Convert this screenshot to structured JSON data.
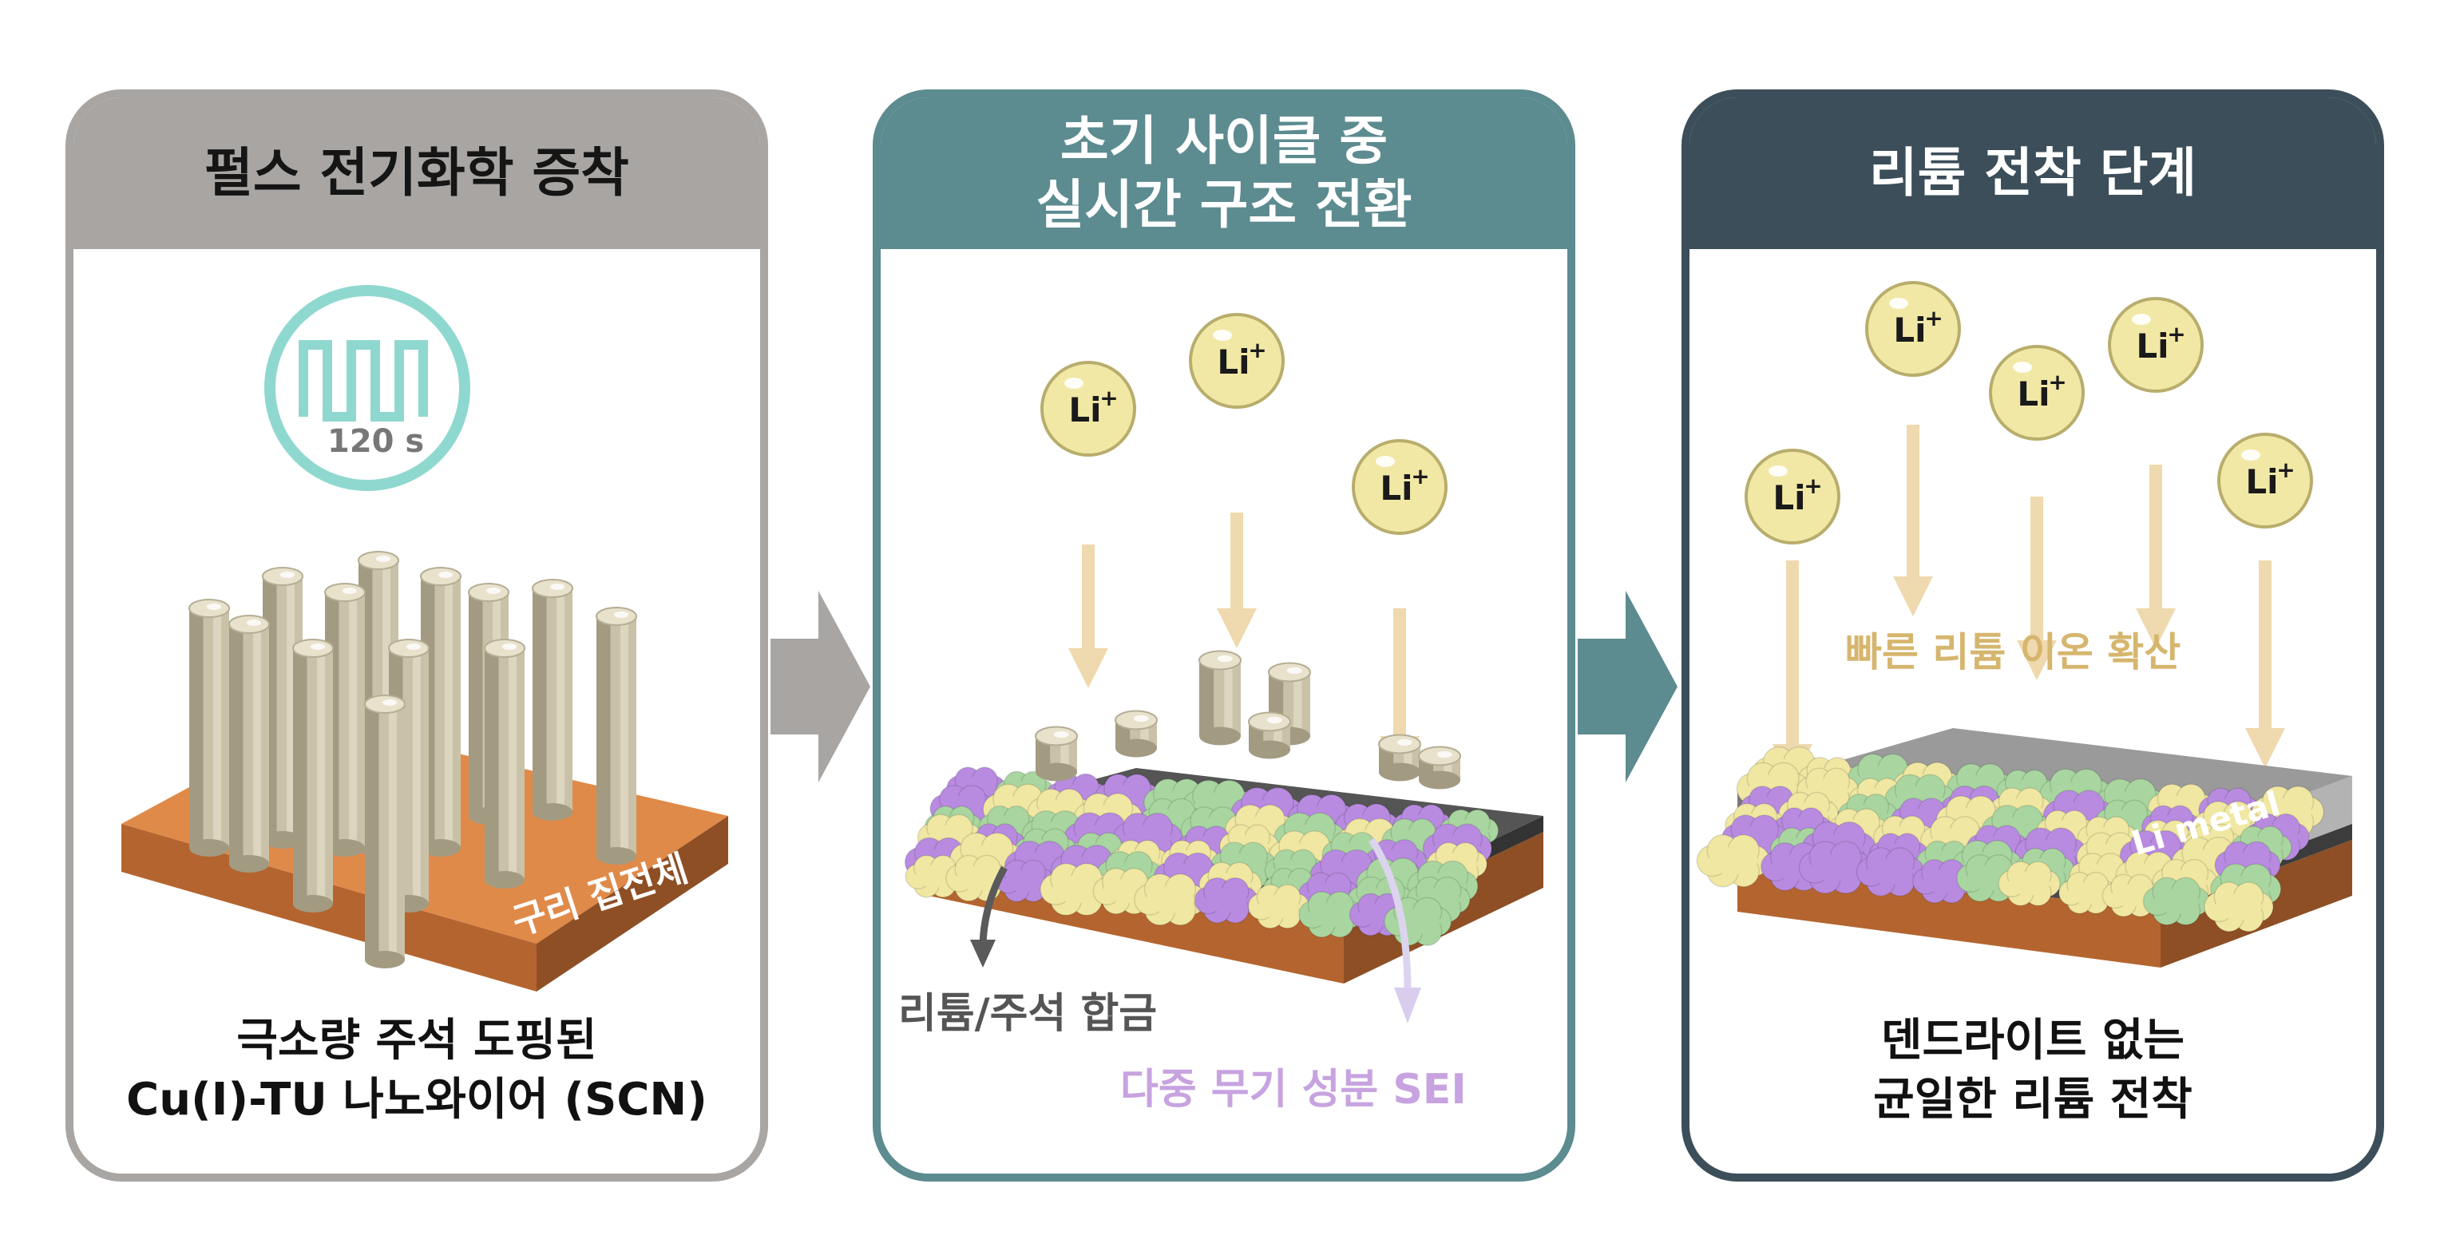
{
  "panels": [
    {
      "header": [
        "펄스 전기화학 증착"
      ],
      "pulse_label": "120 s",
      "substrate_label": "구리 집전체",
      "caption": [
        "극소량 주석 도핑된",
        "Cu(I)-TU 나노와이어 (SCN)"
      ]
    },
    {
      "header": [
        "초기 사이클 중",
        "실시간 구조 전환"
      ],
      "ion_label": "Li",
      "ion_charge": "+",
      "alloy_label": "리튬/주석 합금",
      "sei_label": "다중 무기 성분 SEI"
    },
    {
      "header": [
        "리튬 전착 단계"
      ],
      "ion_label": "Li",
      "ion_charge": "+",
      "diffusion_label": "빠른 리튬 이온 확산",
      "metal_label": "Li metal",
      "caption": [
        "덴드라이트 없는",
        "균일한 리튬 전착"
      ]
    }
  ],
  "colors": {
    "panel1": "#a8a5a3",
    "panel2": "#5c8b90",
    "panel3": "#3b4e59",
    "copper": "#e08a4a",
    "pulse": "#8fd8cf",
    "ion": "#f1e8a6",
    "sei_label": "#c7a3e0",
    "diffusion_label": "#d6b66e"
  }
}
